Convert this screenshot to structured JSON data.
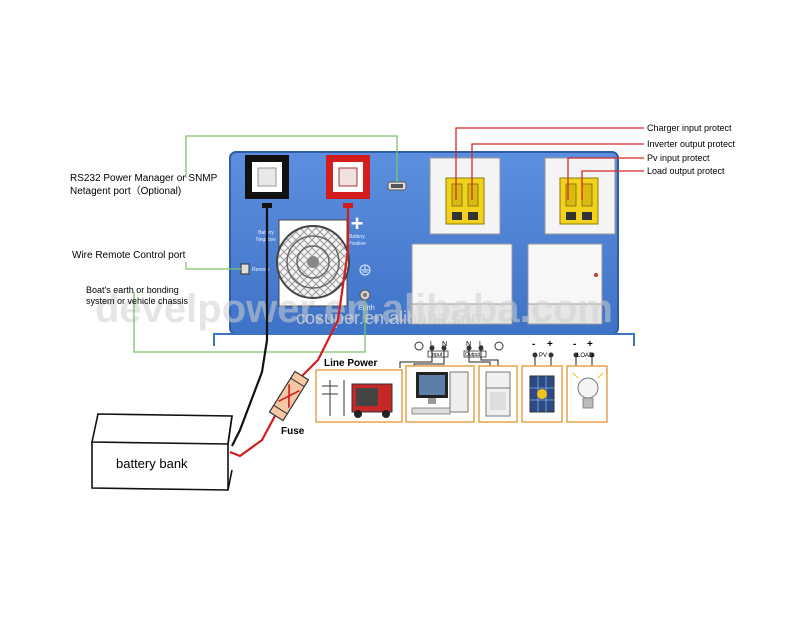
{
  "callouts": {
    "charger_input": "Charger input protect",
    "inverter_output": "Inverter output protect",
    "pv_input": "Pv input protect",
    "load_output": "Load output protect"
  },
  "left_labels": {
    "rs232_line1": "RS232 Power Manager or SNMP",
    "rs232_line2": "Netagent port（Optional)",
    "remote": "Wire Remote Control port",
    "earth_line1": "Boat's earth or bonding",
    "earth_line2": "system or vehicle chassis"
  },
  "panel": {
    "battery_negative_line1": "Battery",
    "battery_negative_line2": "Negative",
    "battery_positive_line1": "Battery",
    "battery_positive_line2": "Positive",
    "plus_sign": "+",
    "earth": "Earth",
    "remote_small": "Remote",
    "watermark": "develpower.en.alibaba.com",
    "watermark2": "cosuper.en.alibaba.com"
  },
  "terminals": {
    "input_l": "L",
    "input_n": "N",
    "input_tag": "Input",
    "output_n": "N",
    "output_l": "L",
    "output_tag": "Output",
    "pv_minus": "-",
    "pv_plus": "+",
    "pv_tag": "PV",
    "load_minus": "-",
    "load_plus": "+",
    "load_tag": "LOAD"
  },
  "line_power": "Line Power",
  "fuse": "Fuse",
  "battery_bank": "battery bank",
  "colors": {
    "panel_blue": "#4a7fd0",
    "wire_red": "#d41c1c",
    "callout_red": "#d62828",
    "remote_green": "#7cc36a",
    "breaker_yellow": "#f2d21b",
    "box_orange": "#e8a24a"
  }
}
